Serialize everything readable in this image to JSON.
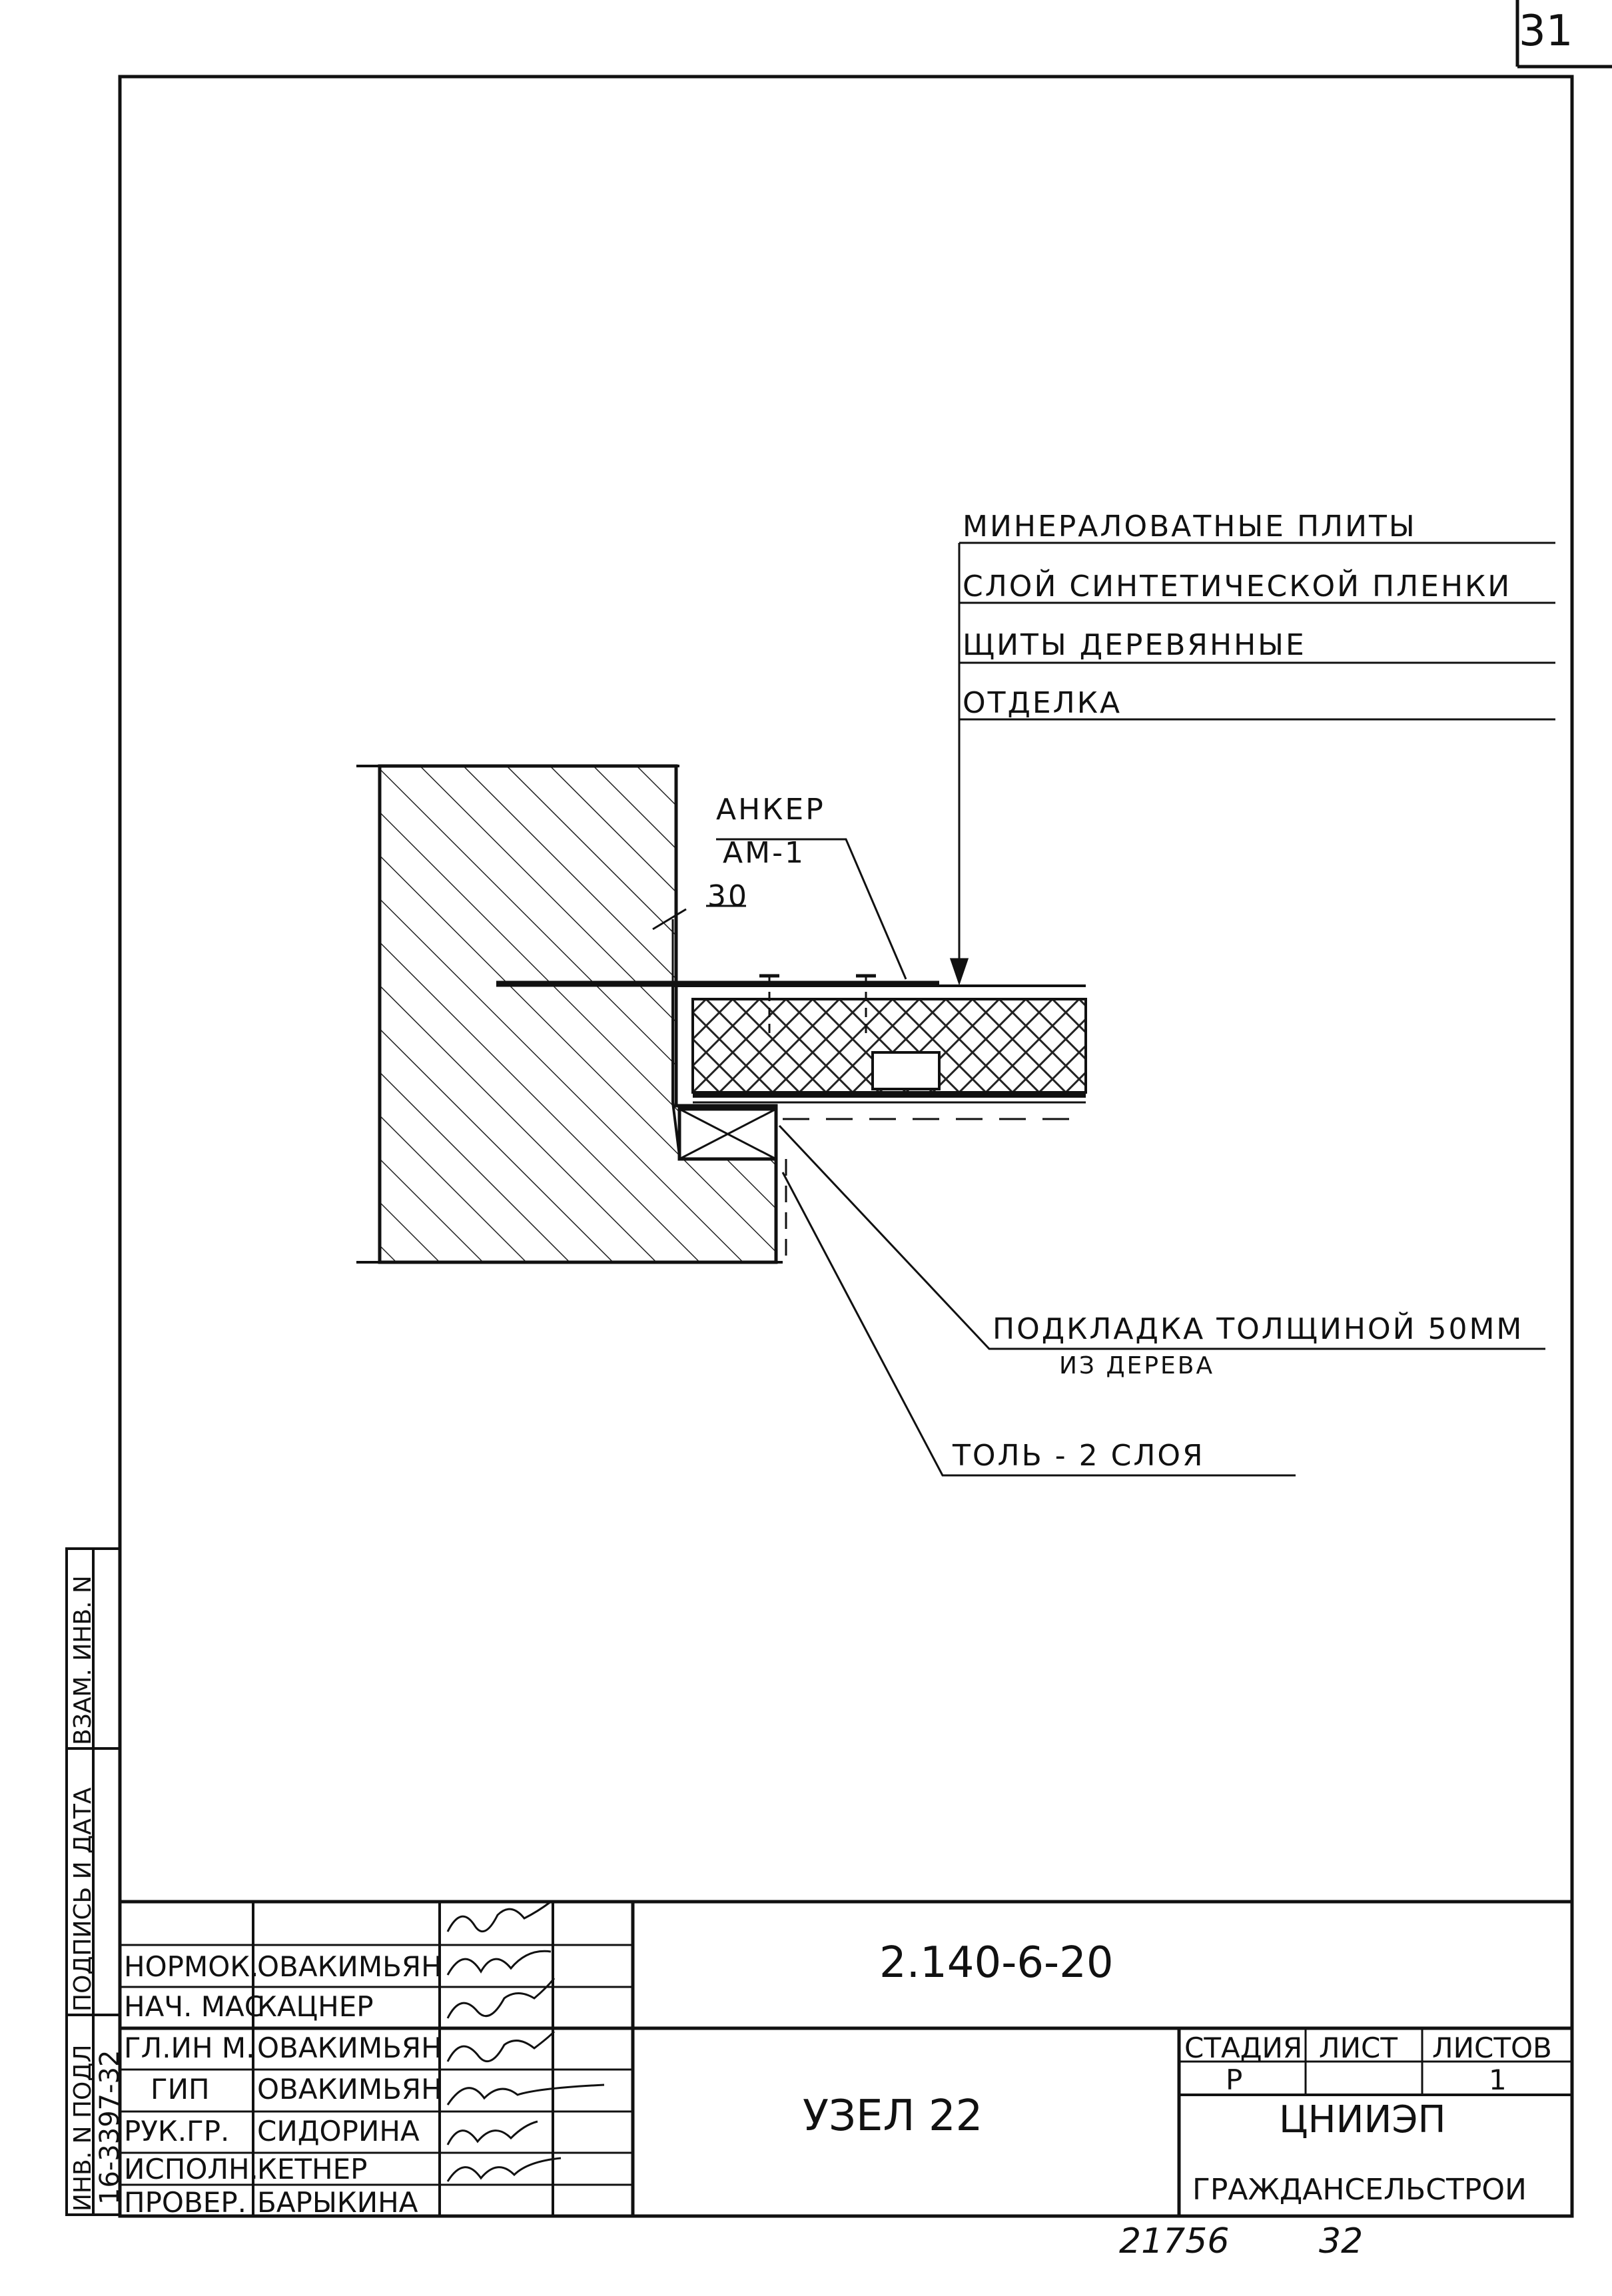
{
  "sheet": {
    "page_number": "31",
    "footer_left": "21756",
    "footer_right": "32"
  },
  "drawing": {
    "layers": [
      "МИНЕРАЛОВАТНЫЕ ПЛИТЫ",
      "СЛОЙ СИНТЕТИЧЕСКОЙ ПЛЕНКИ",
      "ЩИТЫ ДЕРЕВЯННЫЕ",
      "ОТДЕЛКА"
    ],
    "anchor_label_1": "АНКЕР",
    "anchor_label_2": "АМ-1",
    "dimension": "30",
    "pad_label_1": "ПОДКЛАДКА ТОЛЩИНОЙ 50ММ",
    "pad_label_2": "ИЗ ДЕРЕВА",
    "tar_label": "ТОЛЬ - 2 СЛОЯ"
  },
  "side_stamp": {
    "inv_podl": "ИНВ. N ПОДЛ",
    "inv_value": "16-3397-32",
    "podpis": "ПОДПИСЬ И ДАТА",
    "vzam": "ВЗАМ. ИНВ. N"
  },
  "title_block": {
    "doc_code": "2.140-6-20",
    "title": "УЗЕЛ 22",
    "rows": [
      {
        "role": "НОРМОК.",
        "name": "ОВАКИМЬЯН"
      },
      {
        "role": "НАЧ. МАС",
        "name": "КАЦНЕР"
      },
      {
        "role": "ГЛ.ИН М.",
        "name": "ОВАКИМЬЯН"
      },
      {
        "role": "ГИП",
        "name": "ОВАКИМЬЯН"
      },
      {
        "role": "РУК.ГР.",
        "name": "СИДОРИНА"
      },
      {
        "role": "ИСПОЛН.",
        "name": "КЕТНЕР"
      },
      {
        "role": "ПРОВЕР.",
        "name": "БАРЫКИНА"
      }
    ],
    "stage_header": "СТАДИЯ",
    "sheet_header": "ЛИСТ",
    "sheets_header": "ЛИСТОВ",
    "stage_value": "Р",
    "sheet_value": "",
    "sheets_value": "1",
    "org_1": "ЦНИИЭП",
    "org_2": "ГРАЖДАНСЕЛЬСТРОИ"
  }
}
